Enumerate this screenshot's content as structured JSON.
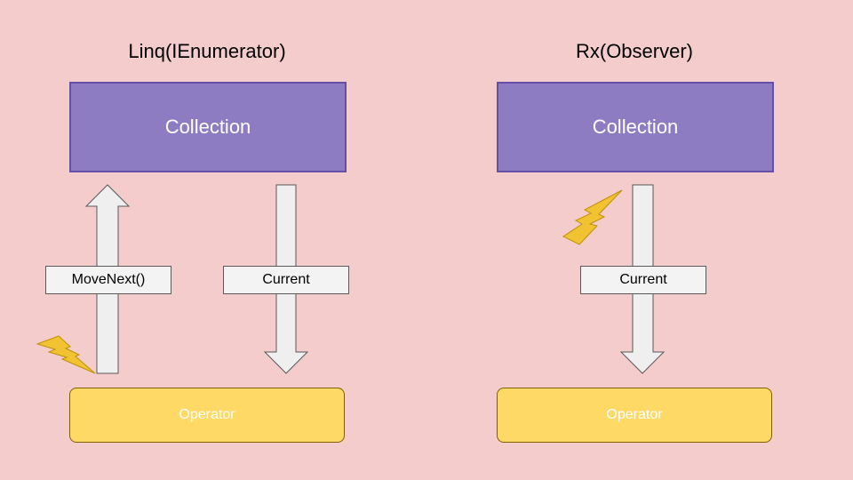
{
  "left_panel": {
    "title": "Linq(IEnumerator)",
    "collection_label": "Collection",
    "movenext_label": "MoveNext()",
    "current_label": "Current",
    "operator_label": "Operator"
  },
  "right_panel": {
    "title": "Rx(Observer)",
    "collection_label": "Collection",
    "current_label": "Current",
    "operator_label": "Operator"
  },
  "colors": {
    "background": "#f4cccc",
    "collection_fill": "#8e7cc3",
    "collection_border": "#674ea7",
    "operator_fill": "#ffd966",
    "arrow_fill": "#efefef",
    "lightning_fill": "#f1c232"
  },
  "icons": [
    "up-arrow-icon",
    "down-arrow-icon",
    "lightning-icon"
  ]
}
